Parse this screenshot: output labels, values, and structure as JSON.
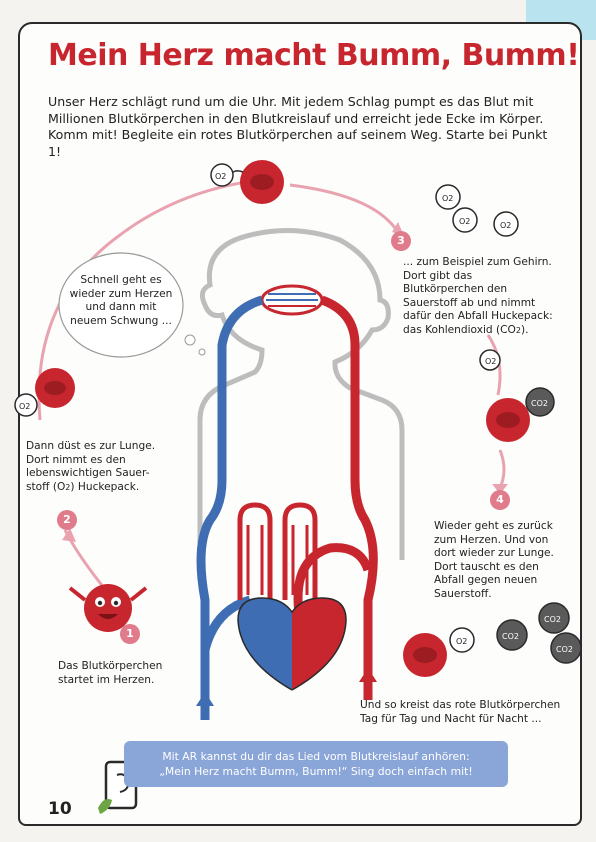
{
  "title": "Mein Herz macht Bumm, Bumm!",
  "intro": "Unser Herz schlägt rund um die Uhr. Mit jedem Schlag pumpt es das Blut mit Millionen Blutkörperchen in den Blutkreislauf und erreicht jede Ecke im Körper. Komm mit! Begleite ein rotes Blutkörperchen auf seinem Weg. Starte bei Punkt 1!",
  "bubble": "Schnell geht es wieder zum Herzen und dann mit neuem Schwung ...",
  "step1": "Das Blutkörperchen startet im Herzen.",
  "step2_a": "Dann düst es zur Lunge. Dort nimmt es den lebenswichtigen Sauer-stoff (O",
  "step2_b": ") Huckepack.",
  "step3_a": "... zum Beispiel zum Gehirn. Dort gibt das Blutkörperchen den Sauerstoff ab und nimmt dafür den Abfall Huckepack: das Kohlendioxid (CO",
  "step3_b": ").",
  "step4": "Wieder geht es zurück zum Herzen. Und von dort wieder zur Lunge. Dort tauscht es den Abfall gegen neuen Sauerstoff.",
  "closing": "Und so kreist das rote Blutkörperchen Tag für Tag und Nacht für Nacht ...",
  "ar_line1": "Mit AR kannst du dir das Lied vom Blutkreislauf anhören:",
  "ar_line2": "„Mein Herz macht Bumm, Bumm!“ Sing doch einfach mit!",
  "page_number": "10",
  "markers": [
    "1",
    "2",
    "3",
    "4"
  ],
  "molecules": {
    "o2": "O",
    "o2_sub": "2",
    "co2": "CO",
    "co2_sub": "2"
  },
  "colors": {
    "title": "#c8262e",
    "artery": "#c8262e",
    "vein": "#3f6db3",
    "marker": "#e07b8c",
    "ar_bar": "#8aa5d8"
  }
}
